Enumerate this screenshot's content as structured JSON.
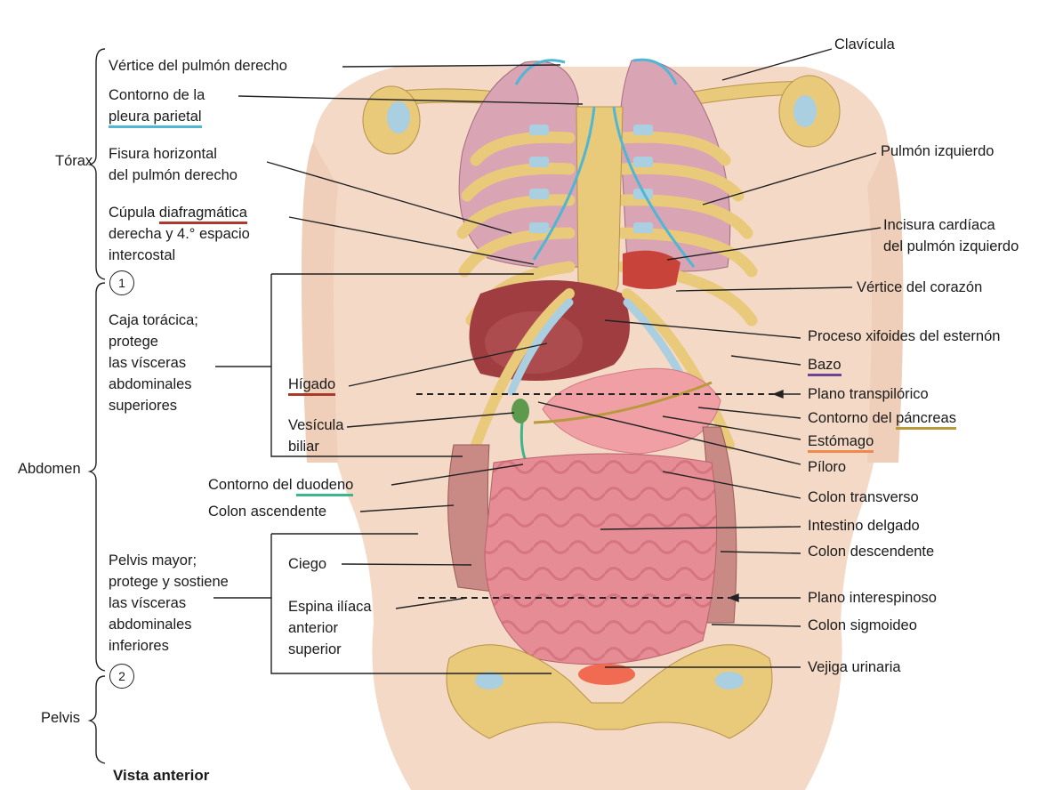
{
  "colors": {
    "skin": "#f3d9c6",
    "bone": "#e9c97a",
    "lung": "#d9a4b4",
    "liver": "#9f3d40",
    "intestine": "#e58c95",
    "pleura_underline": "#4fb6d4",
    "liver_underline": "#a83a2e",
    "spleen_underline": "#6b4692",
    "pancreas_underline": "#b89a3a",
    "stomach_underline": "#ee8a4c",
    "duodenum_underline": "#3bb58a",
    "leader_line": "#222222"
  },
  "regions": [
    {
      "key": "thorax",
      "label": "Tórax"
    },
    {
      "key": "abdomen",
      "label": "Abdomen"
    },
    {
      "key": "pelvis",
      "label": "Pelvis"
    }
  ],
  "markers": [
    "1",
    "2"
  ],
  "left_labels": {
    "vertice_pulmon": "Vértice del pulmón derecho",
    "contorno_pleura_1": "Contorno de la",
    "contorno_pleura_2": "pleura parietal",
    "fisura_1": "Fisura horizontal",
    "fisura_2": "del pulmón derecho",
    "cupula_1a": "Cúpula ",
    "cupula_1b": "diafragmática",
    "cupula_2": "derecha y 4.° espacio",
    "cupula_3": "intercostal",
    "caja_1": "Caja torácica;",
    "caja_2": "protege",
    "caja_3": "las vísceras",
    "caja_4": "abdominales",
    "caja_5": "superiores",
    "higado": "Hígado",
    "vesicula_1": "Vesícula",
    "vesicula_2": "biliar",
    "duodeno_a": "Contorno del ",
    "duodeno_b": "duodeno",
    "colon_asc": "Colon ascendente",
    "pelvis_1": "Pelvis mayor;",
    "pelvis_2": "protege y sostiene",
    "pelvis_3": "las vísceras",
    "pelvis_4": "abdominales",
    "pelvis_5": "inferiores",
    "ciego": "Ciego",
    "espina_1": "Espina ilíaca",
    "espina_2": "anterior",
    "espina_3": "superior"
  },
  "right_labels": {
    "clavicula": "Clavícula",
    "pulmon_izq": "Pulmón izquierdo",
    "incisura_1": "Incisura cardíaca",
    "incisura_2": "del pulmón izquierdo",
    "vertice_corazon": "Vértice del corazón",
    "xifoides": "Proceso xifoides del esternón",
    "bazo": "Bazo",
    "transpilorico": "Plano transpilórico",
    "pancreas_a": "Contorno del ",
    "pancreas_b": "páncreas",
    "estomago": "Estómago",
    "piloro": "Píloro",
    "colon_transverso": "Colon transverso",
    "intestino": "Intestino delgado",
    "colon_desc": "Colon descendente",
    "interespinoso": "Plano interespinoso",
    "sigmoideo": "Colon sigmoideo",
    "vejiga": "Vejiga urinaria"
  },
  "caption": "Vista anterior"
}
